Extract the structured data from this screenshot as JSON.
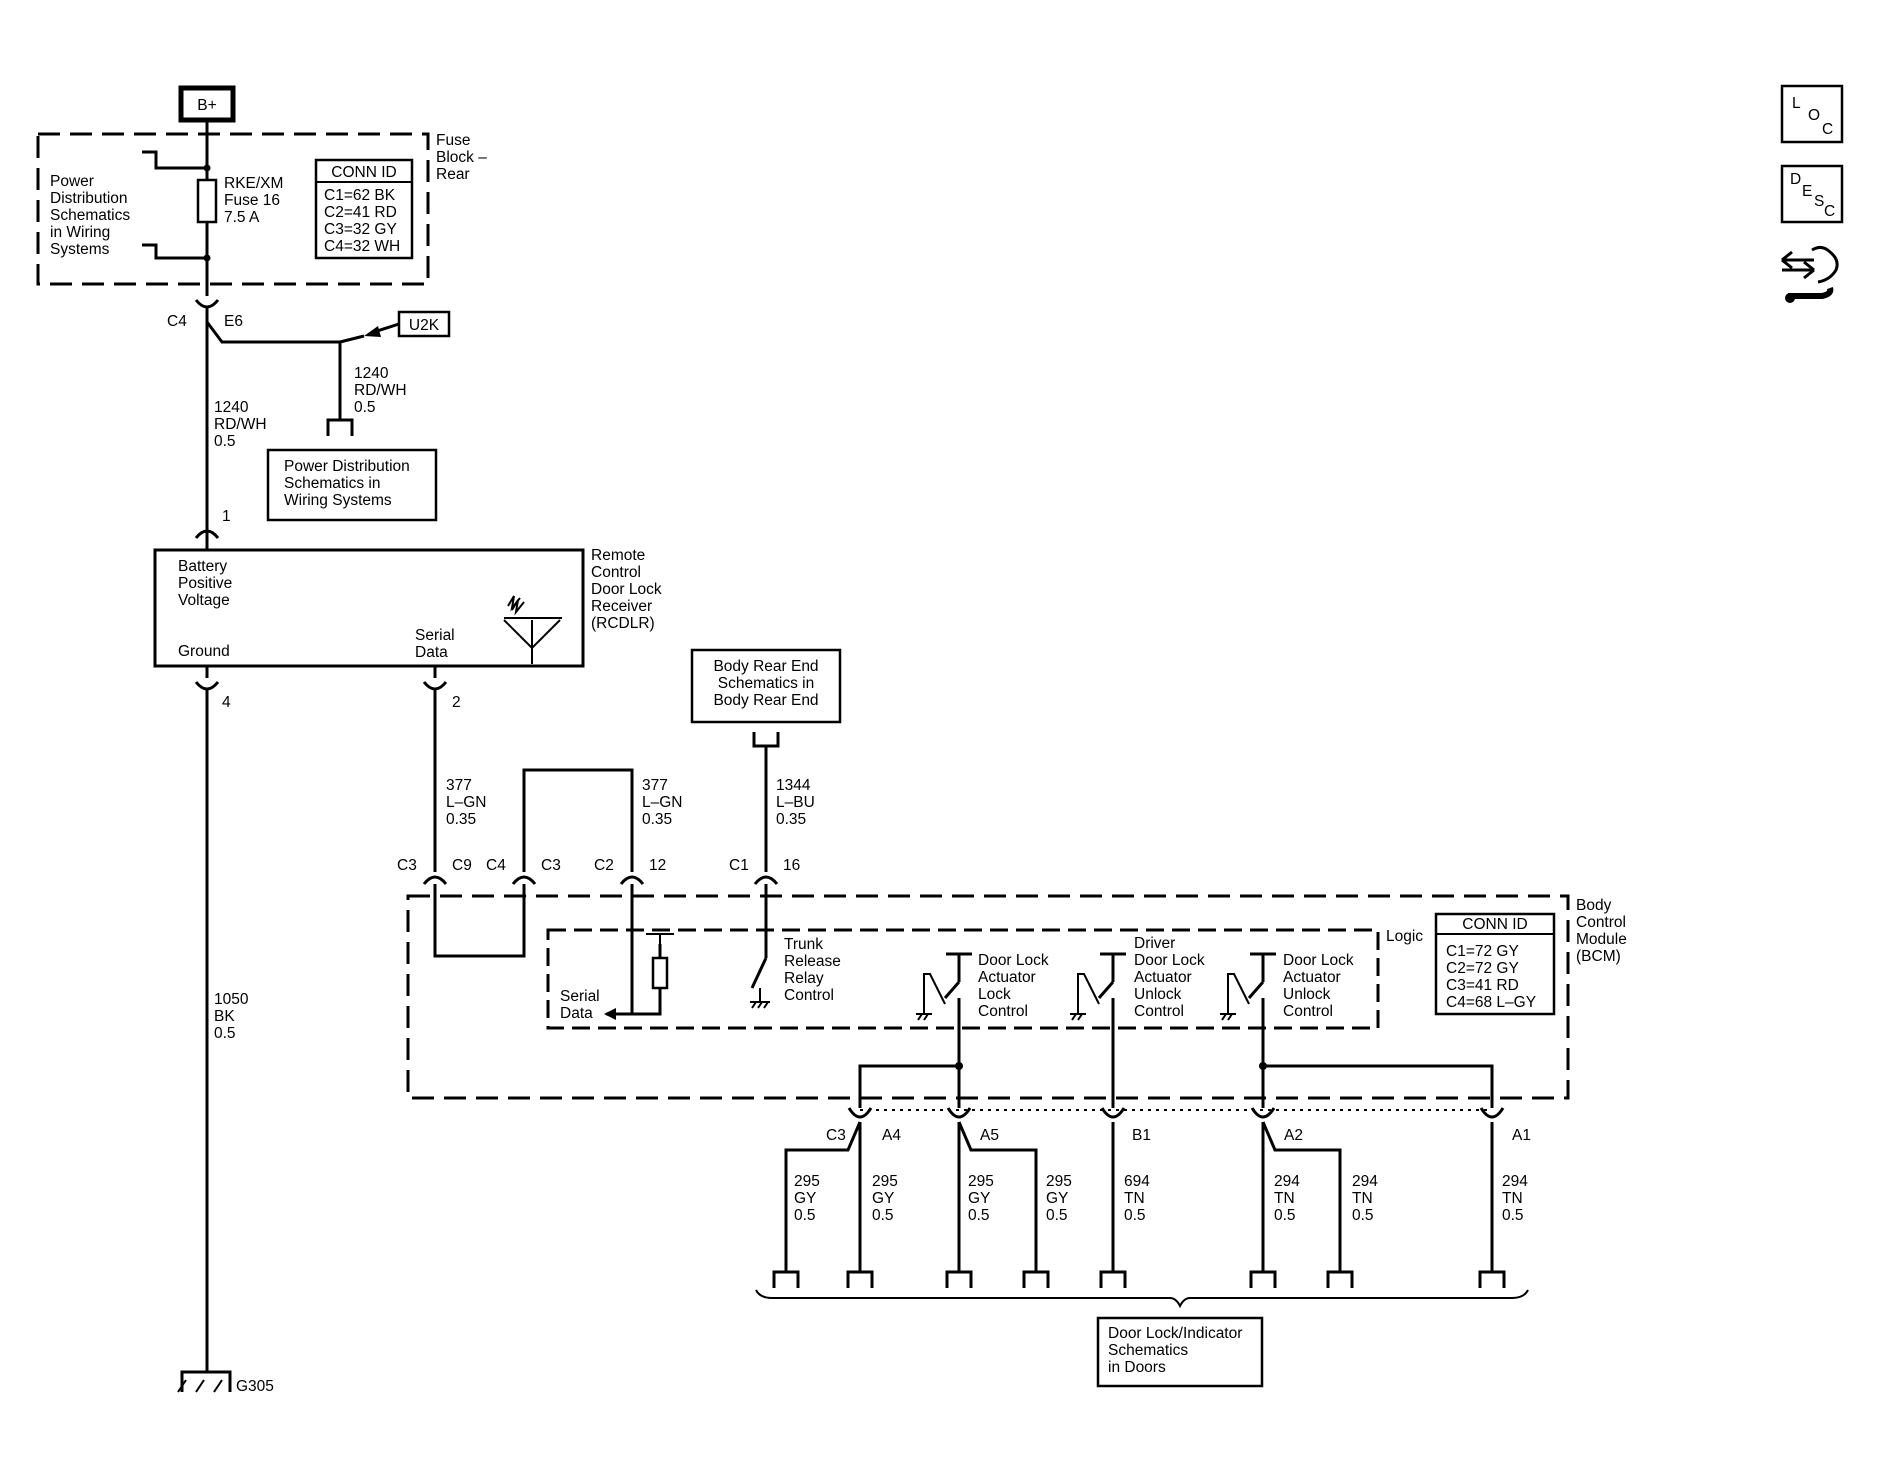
{
  "power": {
    "b_plus": "B+",
    "pd_side": [
      "Power",
      "Distribution",
      "Schematics",
      "in Wiring",
      "Systems"
    ],
    "fuse": [
      "RKE/XM",
      "Fuse 16",
      "7.5 A"
    ],
    "fuse_block": [
      "Fuse",
      "Block –",
      "Rear"
    ],
    "conn_title": "CONN ID",
    "conn": [
      "C1=62 BK",
      "C2=41 RD",
      "C3=32 GY",
      "C4=32 WH"
    ],
    "c4": "C4",
    "e6": "E6",
    "u2k": "U2K",
    "branch_wire": [
      "1240",
      "RD/WH",
      "0.5"
    ],
    "main_wire": [
      "1240",
      "RD/WH",
      "0.5"
    ],
    "pd_box": [
      "Power Distribution",
      "Schematics in",
      "Wiring Systems"
    ]
  },
  "rcdlr": {
    "pin1": "1",
    "batt": [
      "Battery",
      "Positive",
      "Voltage"
    ],
    "ground": "Ground",
    "serial": [
      "Serial",
      "Data"
    ],
    "title": [
      "Remote",
      "Control",
      "Door Lock",
      "Receiver",
      "(RCDLR)"
    ],
    "pin4": "4",
    "pin2": "2"
  },
  "ground": {
    "wire": [
      "1050",
      "BK",
      "0.5"
    ],
    "label": "G305"
  },
  "serial_wires": {
    "left": [
      "377",
      "L–GN",
      "0.35"
    ],
    "right": [
      "377",
      "L–GN",
      "0.35"
    ]
  },
  "body_rear": {
    "box": [
      "Body Rear End",
      "Schematics in",
      "Body Rear End"
    ],
    "wire": [
      "1344",
      "L–BU",
      "0.35"
    ]
  },
  "bcm_pins": {
    "c3a": "C3",
    "c9": "C9",
    "c4": "C4",
    "c3b": "C3",
    "c2": "C2",
    "p12": "12",
    "c1": "C1",
    "p16": "16"
  },
  "bcm": {
    "title": [
      "Body",
      "Control",
      "Module",
      "(BCM)"
    ],
    "logic": "Logic",
    "conn_title": "CONN ID",
    "conn": [
      "C1=72 GY",
      "C2=72 GY",
      "C3=41 RD",
      "C4=68 L–GY"
    ],
    "serial": [
      "Serial",
      "Data"
    ],
    "trunk": [
      "Trunk",
      "Release",
      "Relay",
      "Control"
    ],
    "dl_lock": [
      "Door Lock",
      "Actuator",
      "Lock",
      "Control"
    ],
    "drv_unlock": [
      "Driver",
      "Door Lock",
      "Actuator",
      "Unlock",
      "Control"
    ],
    "dl_unlock": [
      "Door Lock",
      "Actuator",
      "Unlock",
      "Control"
    ]
  },
  "bottom_pins": {
    "c3": "C3",
    "a4": "A4",
    "a5": "A5",
    "b1": "B1",
    "a2": "A2",
    "a1": "A1"
  },
  "bottom_wires": [
    [
      "295",
      "GY",
      "0.5"
    ],
    [
      "295",
      "GY",
      "0.5"
    ],
    [
      "295",
      "GY",
      "0.5"
    ],
    [
      "295",
      "GY",
      "0.5"
    ],
    [
      "694",
      "TN",
      "0.5"
    ],
    [
      "294",
      "TN",
      "0.5"
    ],
    [
      "294",
      "TN",
      "0.5"
    ],
    [
      "294",
      "TN",
      "0.5"
    ]
  ],
  "doors_box": [
    "Door Lock/Indicator",
    "Schematics",
    "in Doors"
  ],
  "icons": {
    "loc": [
      "L",
      "O",
      "C"
    ],
    "desc": [
      "D",
      "E",
      "S",
      "C"
    ],
    "nav": "navigation-arrows-icon"
  }
}
